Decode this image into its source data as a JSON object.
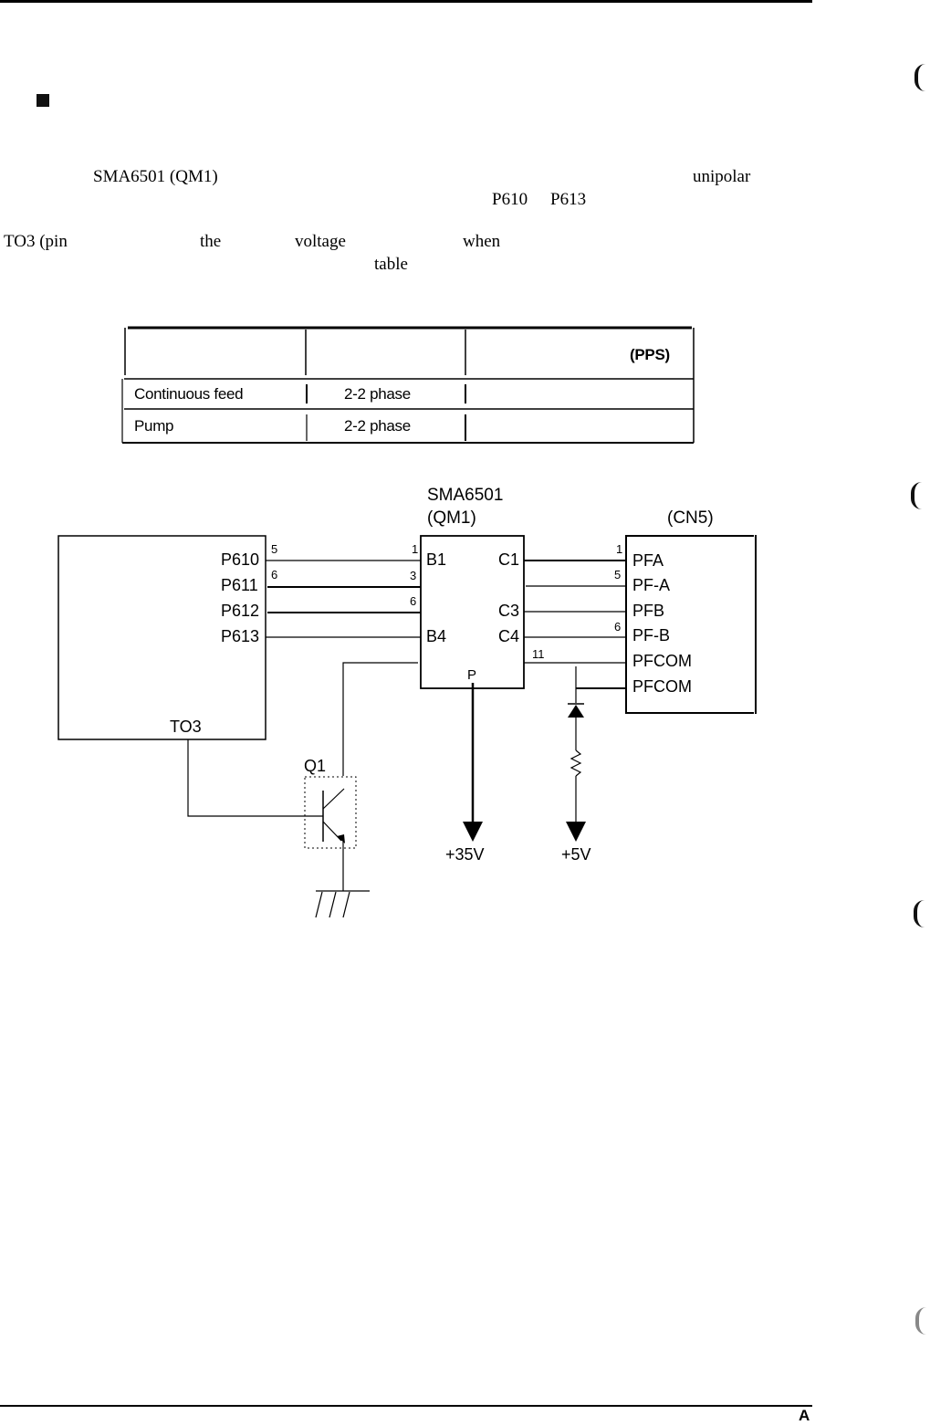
{
  "paragraph": {
    "line1": {
      "chip": "SMA6501 (QM1)",
      "word": "unipolar"
    },
    "line2": {
      "port_from": "P610",
      "port_to": "P613"
    },
    "line3": {
      "pin": "TO3 (pin",
      "w1": "the",
      "w2": "voltage",
      "w3": "when"
    },
    "line4": {
      "w1": "table"
    }
  },
  "table": {
    "header": [
      "",
      "",
      "(PPS)"
    ],
    "rows": [
      [
        "Continuous feed",
        "2-2 phase",
        ""
      ],
      [
        "Pump",
        "2-2 phase",
        ""
      ]
    ]
  },
  "diagram": {
    "chip_title": "SMA6501",
    "chip_ref": "(QM1)",
    "connector_ref": "(CN5)",
    "cpu_ports": [
      "P610",
      "P611",
      "P612",
      "P613"
    ],
    "cpu_pins": [
      "5",
      "6"
    ],
    "cpu_timer": "TO3",
    "chip_in_pins": [
      "1",
      "3",
      "6"
    ],
    "chip_inputs": [
      "B1",
      "B4"
    ],
    "chip_outputs": [
      "C1",
      "C3",
      "C4"
    ],
    "chip_power": "P",
    "chip_com_pin": "11",
    "connector_pins": [
      "1",
      "5",
      "6"
    ],
    "connector_signals": [
      "PFA",
      "PF-A",
      "PFB",
      "PF-B",
      "PFCOM",
      "PFCOM"
    ],
    "transistor": "Q1",
    "supply_motor": "+35V",
    "supply_logic": "+5V"
  },
  "footer": {
    "page_letter": "A"
  }
}
